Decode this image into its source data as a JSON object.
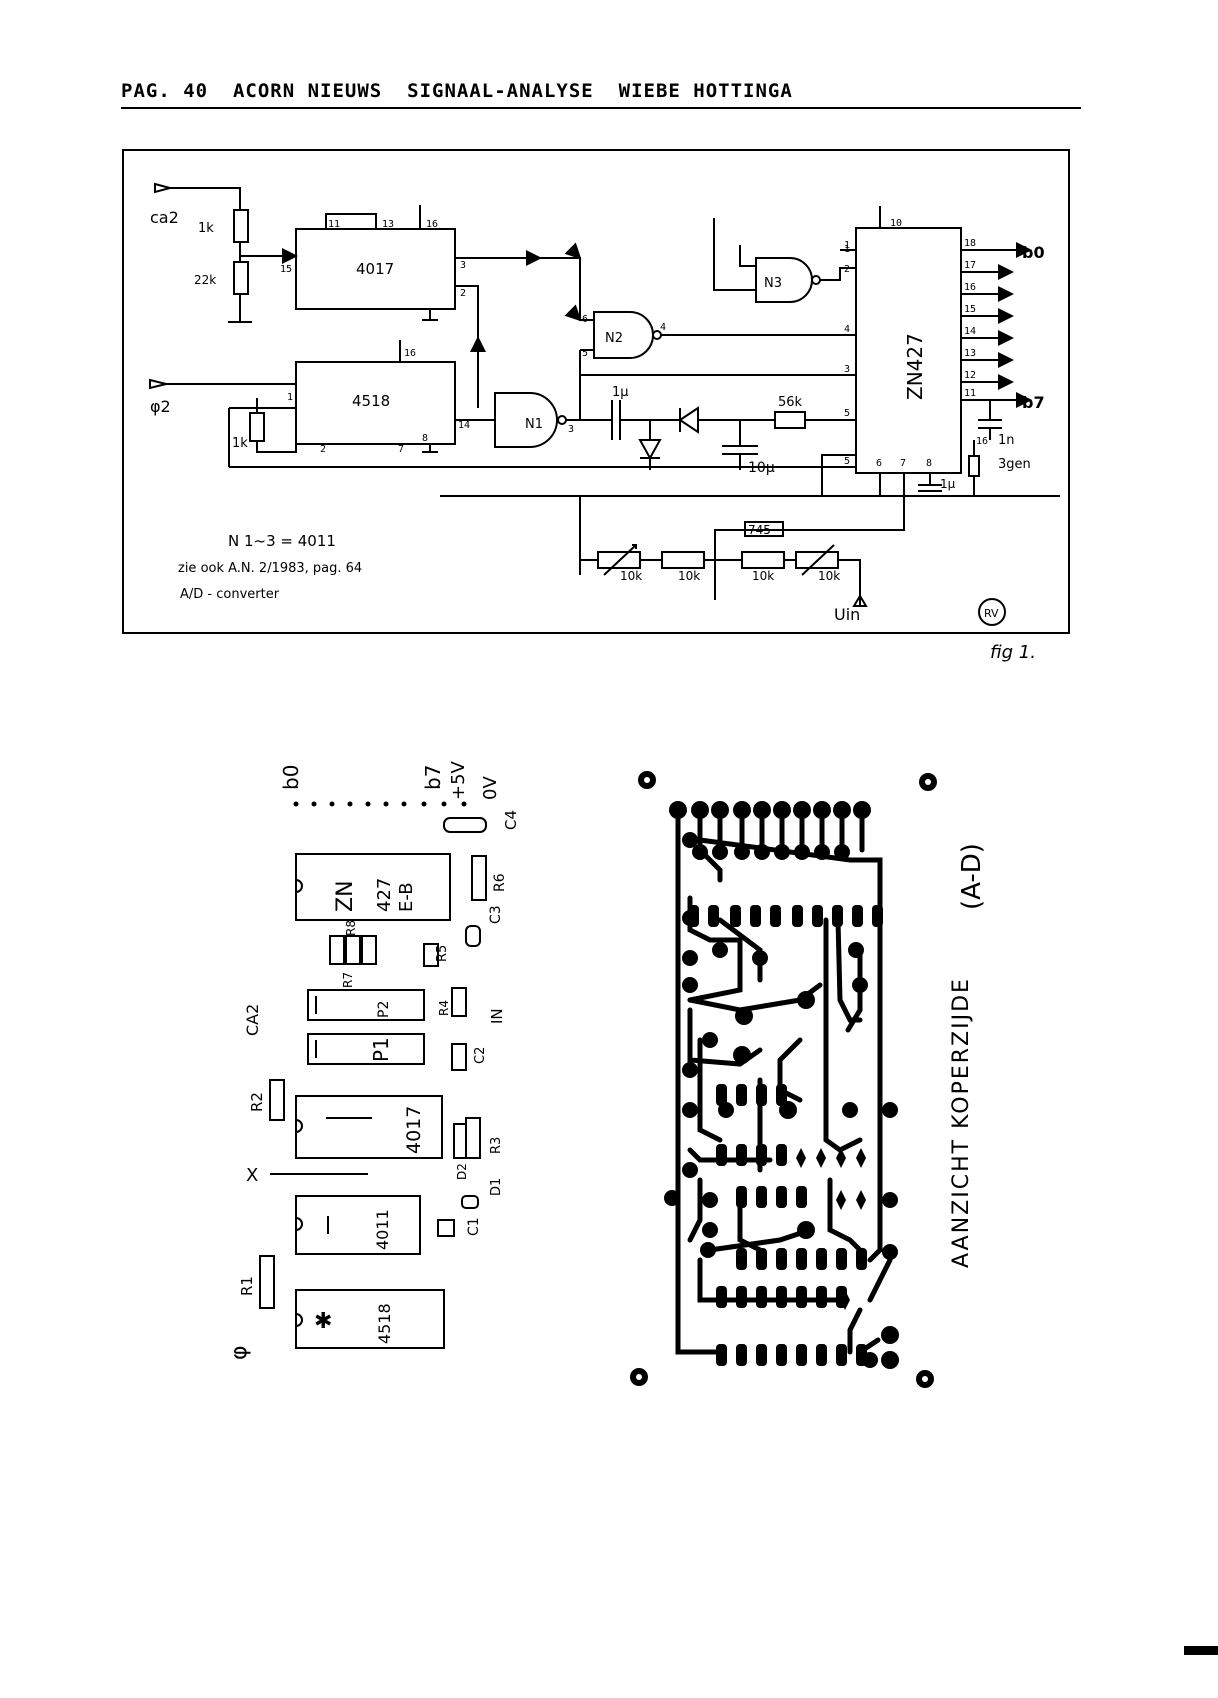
{
  "header": {
    "page": "PAG. 40",
    "magazine": "ACORN NIEUWS",
    "article": "SIGNAAL-ANALYSE",
    "author": "WIEBE HOTTINGA"
  },
  "schematic": {
    "inputs": {
      "ca2": "ca2",
      "phi2": "φ2",
      "uin": "Uin"
    },
    "chips": {
      "counter": "4017",
      "counter2": "4518",
      "adc": "ZN427"
    },
    "gates": {
      "n1": "N1",
      "n2": "N2",
      "n3": "N3"
    },
    "components": {
      "r_1k_top": "1k",
      "r_22k": "22k",
      "r_1k_bottom": "1k",
      "cap_1u": "1μ",
      "cap_10u": "10μ",
      "r_56k": "56k",
      "cap_1n": "1n",
      "label_3gen": "3gen",
      "cap_1u_b": "1μ",
      "r_745": "745",
      "pot_10k_a": "10k",
      "r_10k_b": "10k",
      "r_10k_c": "10k",
      "pot_10k_d": "10k"
    },
    "outputs": {
      "b0": "b0",
      "b7": "b7"
    },
    "pins": [
      "11",
      "13",
      "16",
      "15",
      "3",
      "2",
      "16",
      "1",
      "2",
      "7",
      "8",
      "14",
      "6",
      "5",
      "4",
      "3",
      "1",
      "2",
      "4",
      "3",
      "5",
      "5",
      "6",
      "7",
      "8",
      "16",
      "10",
      "18",
      "17",
      "16",
      "15",
      "14",
      "13",
      "12",
      "11",
      "1"
    ],
    "notes": [
      "N 1~3 = 4011",
      "zie ook A.N. 2/1983, pag. 64",
      "A/D - converter"
    ],
    "stamp": "RV",
    "caption": "fig 1."
  },
  "layout_board": {
    "top_labels": {
      "b0": "b0",
      "b7": "b7",
      "v5": "+5V",
      "v0": "0V",
      "c4": "C4"
    },
    "chips": [
      {
        "name": "ZN",
        "sub": "427",
        "sub2": "E-B"
      },
      {
        "name": "4017"
      },
      {
        "name": "4011"
      },
      {
        "name": "4518"
      }
    ],
    "parts": {
      "r6": "R6",
      "r8": "R8",
      "r5": "R5",
      "c3": "C3",
      "r7": "R7",
      "p2": "P2",
      "r4": "R4",
      "in": "IN",
      "p1": "P1",
      "c2": "C2",
      "ca2": "CA2",
      "r2": "R2",
      "r3": "R3",
      "d2": "D2",
      "d1": "D1",
      "x": "X",
      "c1": "C1",
      "r1": "R1",
      "phi": "φ"
    }
  },
  "copper_side": {
    "title": "AANZICHT KOPERZIJDE",
    "tag": "(A-D)"
  }
}
